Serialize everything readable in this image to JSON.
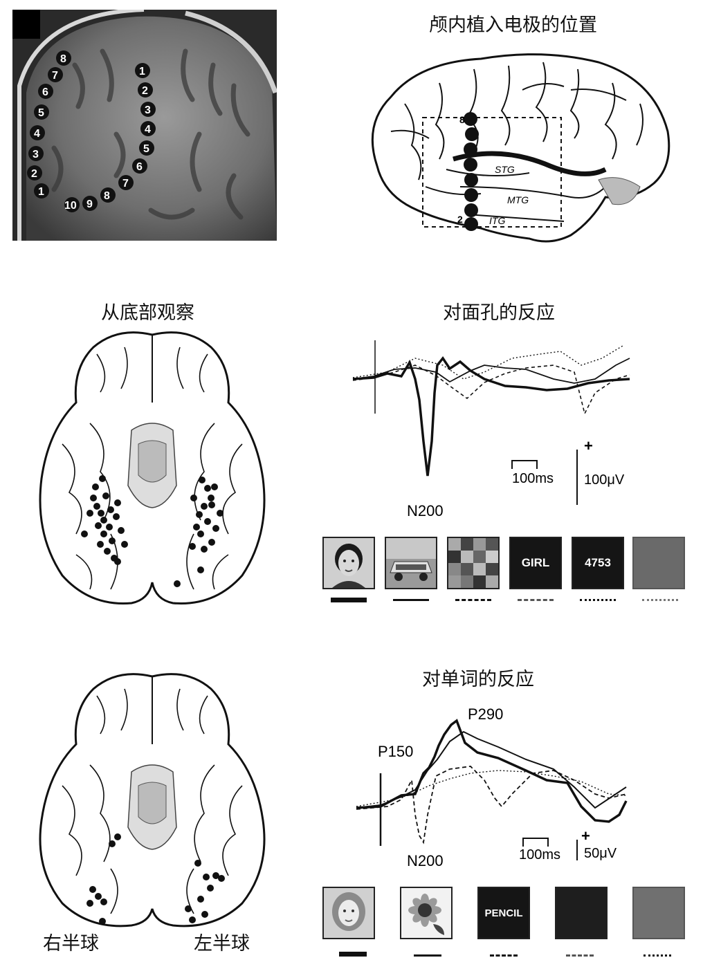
{
  "titles": {
    "electrodes": "颅内植入电极的位置",
    "bottom_view": "从底部观察",
    "face_response": "对面孔的反应",
    "word_response": "对单词的反应",
    "right_hemi": "右半球",
    "left_hemi": "左半球"
  },
  "mri": {
    "lateral_electrodes": [
      "8",
      "7",
      "6",
      "5",
      "4",
      "3",
      "2",
      "1"
    ],
    "medial_electrodes": [
      "1",
      "2",
      "3",
      "4",
      "5",
      "6",
      "7"
    ],
    "bottom_electrodes": [
      "10",
      "9",
      "8"
    ]
  },
  "brain_lateral": {
    "labels": {
      "stg": "STG",
      "mtg": "MTG",
      "itg": "ITG",
      "top_electrode": "8",
      "low_electrode": "2"
    }
  },
  "face_chart": {
    "peak_label": "N200",
    "time_scale": "100ms",
    "volt_scale": "100μV",
    "polarity": "+",
    "stimuli": [
      "GIRL",
      "4753"
    ]
  },
  "word_chart": {
    "peak_labels": {
      "p150": "P150",
      "p290": "P290",
      "n200": "N200"
    },
    "time_scale": "100ms",
    "volt_scale": "50μV",
    "polarity": "+",
    "stimuli": [
      "PENCIL"
    ]
  }
}
